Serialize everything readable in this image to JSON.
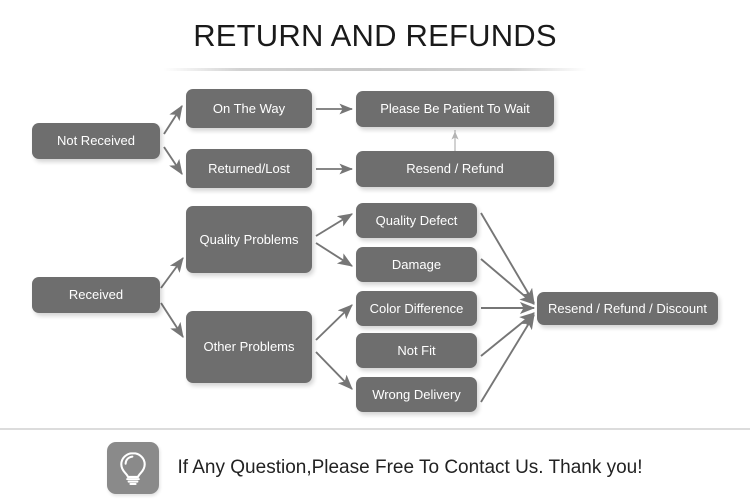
{
  "title": "RETURN AND REFUNDS",
  "nodes": {
    "not_received": "Not Received",
    "on_the_way": "On The Way",
    "returned_lost": "Returned/Lost",
    "please_wait": "Please Be Patient To Wait",
    "resend_refund": "Resend / Refund",
    "received": "Received",
    "quality_problems": "Quality Problems",
    "other_problems": "Other Problems",
    "quality_defect": "Quality Defect",
    "damage": "Damage",
    "color_difference": "Color Difference",
    "not_fit": "Not Fit",
    "wrong_delivery": "Wrong Delivery",
    "resend_refund_discount": "Resend / Refund / Discount"
  },
  "footer": {
    "text": "If Any Question,Please Free To Contact Us. Thank you!",
    "icon": "lightbulb-icon"
  },
  "colors": {
    "node_fill": "#6e6e6e",
    "node_text": "#ffffff",
    "arrow": "#767676",
    "background": "#ffffff",
    "divider": "#dcdcdc",
    "title_text": "#1a1a1a",
    "badge_fill": "#8a8a8a"
  }
}
